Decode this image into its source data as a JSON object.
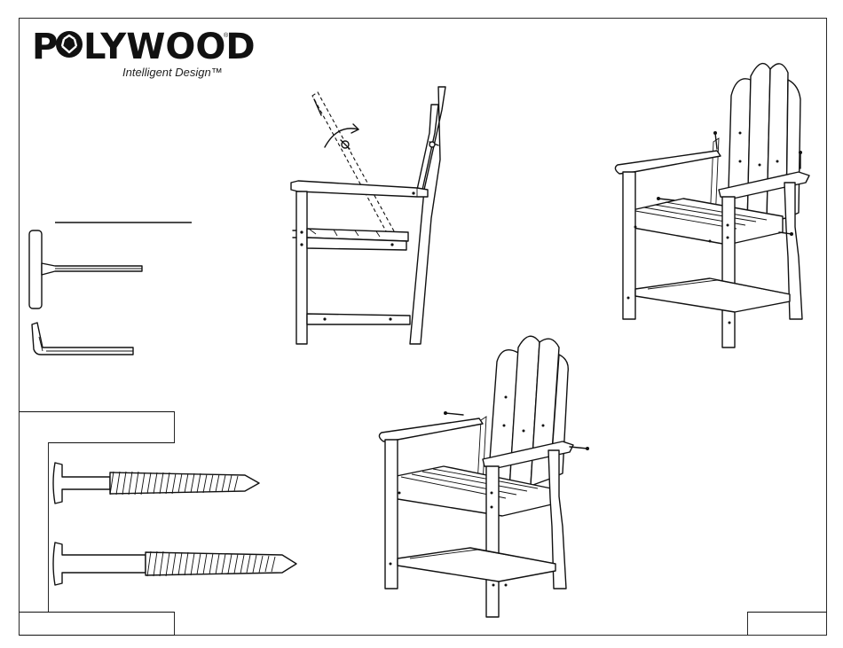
{
  "brand": {
    "name_prefix": "P",
    "name_suffix": "LYWOOD",
    "registered": "®",
    "tagline": "Intelligent Design™"
  },
  "icons": [
    "polywood-logo-icon",
    "t-handle-hex-key-icon",
    "l-hex-key-icon",
    "lag-screw-short-icon",
    "lag-screw-long-icon"
  ],
  "colors": {
    "ink": "#111111",
    "paper": "#ffffff"
  }
}
